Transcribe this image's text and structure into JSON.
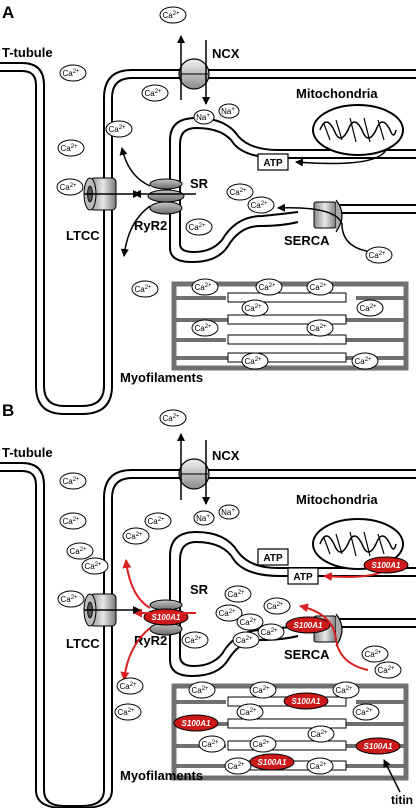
{
  "panel_a": {
    "letter": "A",
    "t_tubule": "T-tubule",
    "ncx": "NCX",
    "mitochondria": "Mitochondria",
    "sr": "SR",
    "ryr2": "RyR2",
    "serca": "SERCA",
    "ltcc": "LTCC",
    "atp": "ATP",
    "myofilaments": "Myofilaments",
    "ca_base": "Ca",
    "ca_sup": "2+",
    "na_base": "Na",
    "na_sup": "+"
  },
  "panel_b": {
    "letter": "B",
    "t_tubule": "T-tubule",
    "ncx": "NCX",
    "mitochondria": "Mitochondria",
    "sr": "SR",
    "ryr2": "RyR2",
    "serca": "SERCA",
    "ltcc": "LTCC",
    "atp": "ATP",
    "myofilaments": "Myofilaments",
    "titin": "titin",
    "s100a1": "S100A1",
    "ca_base": "Ca",
    "ca_sup": "2+",
    "na_base": "Na",
    "na_sup": "+"
  },
  "colors": {
    "s100a1_fill": "#cc1a1a",
    "s100a1_arrow": "#d92020",
    "myofilament_frame": "#707070",
    "membrane": "#000000"
  }
}
